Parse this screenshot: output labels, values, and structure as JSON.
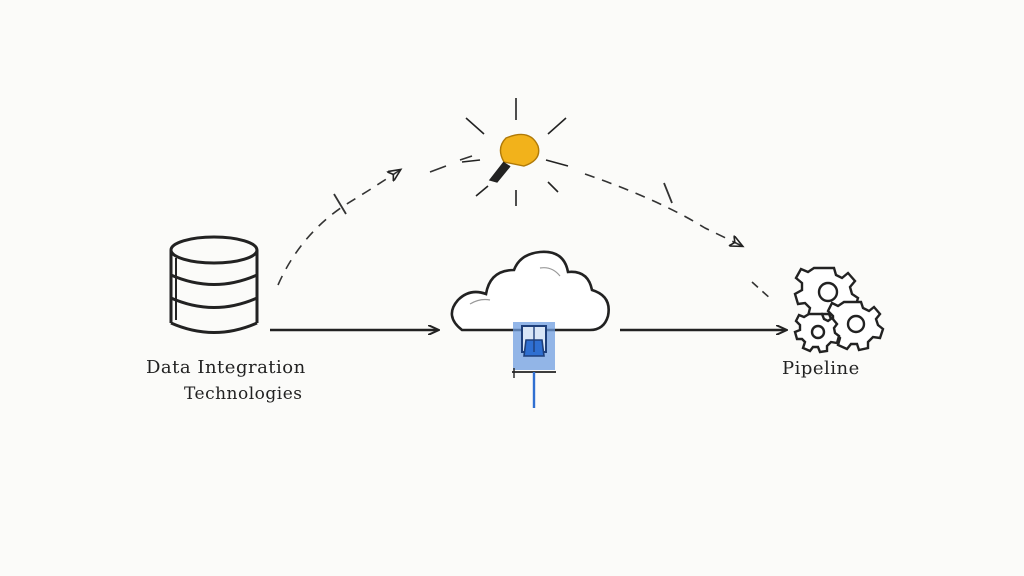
{
  "diagram": {
    "labels": {
      "source_line1": "Data Integration",
      "source_line2": "Technologies",
      "pipeline": "Pipeline"
    },
    "nodes": [
      {
        "id": "database",
        "icon": "database-icon"
      },
      {
        "id": "cloud",
        "icon": "cloud-icon"
      },
      {
        "id": "lightbulb",
        "icon": "lightbulb-icon"
      },
      {
        "id": "gears",
        "icon": "gears-icon"
      }
    ],
    "edges": [
      {
        "from": "database",
        "to": "cloud",
        "style": "solid"
      },
      {
        "from": "cloud",
        "to": "gears",
        "style": "solid"
      },
      {
        "from": "database",
        "to": "lightbulb",
        "style": "dashed"
      },
      {
        "from": "lightbulb",
        "to": "gears",
        "style": "dashed"
      }
    ],
    "colors": {
      "ink": "#222222",
      "accent_yellow": "#f2b21b",
      "accent_blue": "#2f6fd1",
      "cloud_fill": "#ffffff"
    }
  }
}
